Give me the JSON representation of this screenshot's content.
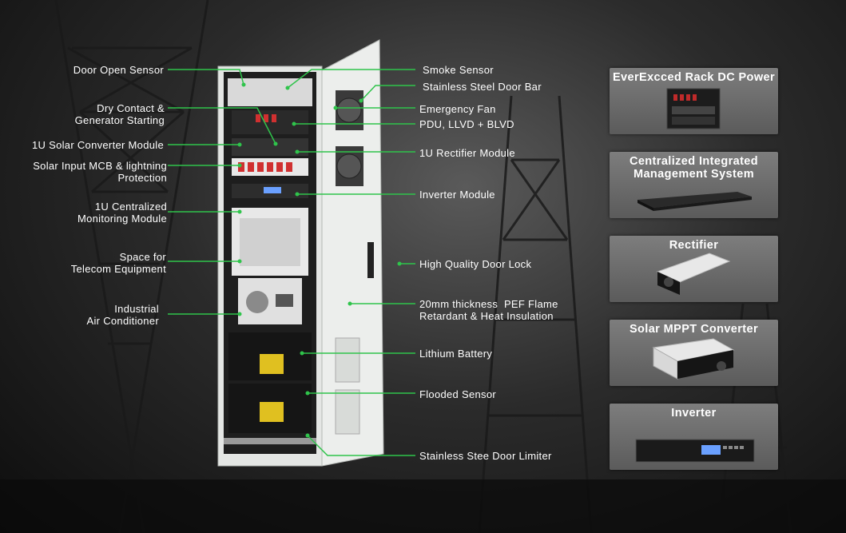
{
  "left_labels": [
    "Door Open Sensor",
    "Dry Contact &\nGenerator Starting",
    "1U Solar Converter Module",
    "Solar Input MCB & lightning\nProtection",
    "1U Centralized\nMonitoring Module",
    "Space for\nTelecom Equipment",
    "Industrial\nAir Conditioner"
  ],
  "right_labels": [
    "Smoke Sensor",
    "Stainless Steel Door Bar",
    "Emergency Fan",
    "PDU, LLVD + BLVD",
    "1U Rectifier Module",
    "Inverter Module",
    "High Quality Door Lock",
    "20mm thickness  PEF Flame\nRetardant & Heat Insulation",
    "Lithium Battery",
    "Flooded Sensor",
    "Stainless Stee Door Limiter"
  ],
  "cards": [
    {
      "title": "EverExcced Rack DC Power",
      "icon": "rack-dc-power-image"
    },
    {
      "title": "Centralized Integrated\nManagement System",
      "icon": "management-unit-image"
    },
    {
      "title": "Rectifier",
      "icon": "rectifier-module-image"
    },
    {
      "title": "Solar MPPT Converter",
      "icon": "mppt-converter-image"
    },
    {
      "title": "Inverter",
      "icon": "inverter-unit-image"
    }
  ],
  "colors": {
    "leader_line": "#2fc44b",
    "cabinet": "#e4e6e4",
    "card_bg": "#6e6e6e"
  }
}
